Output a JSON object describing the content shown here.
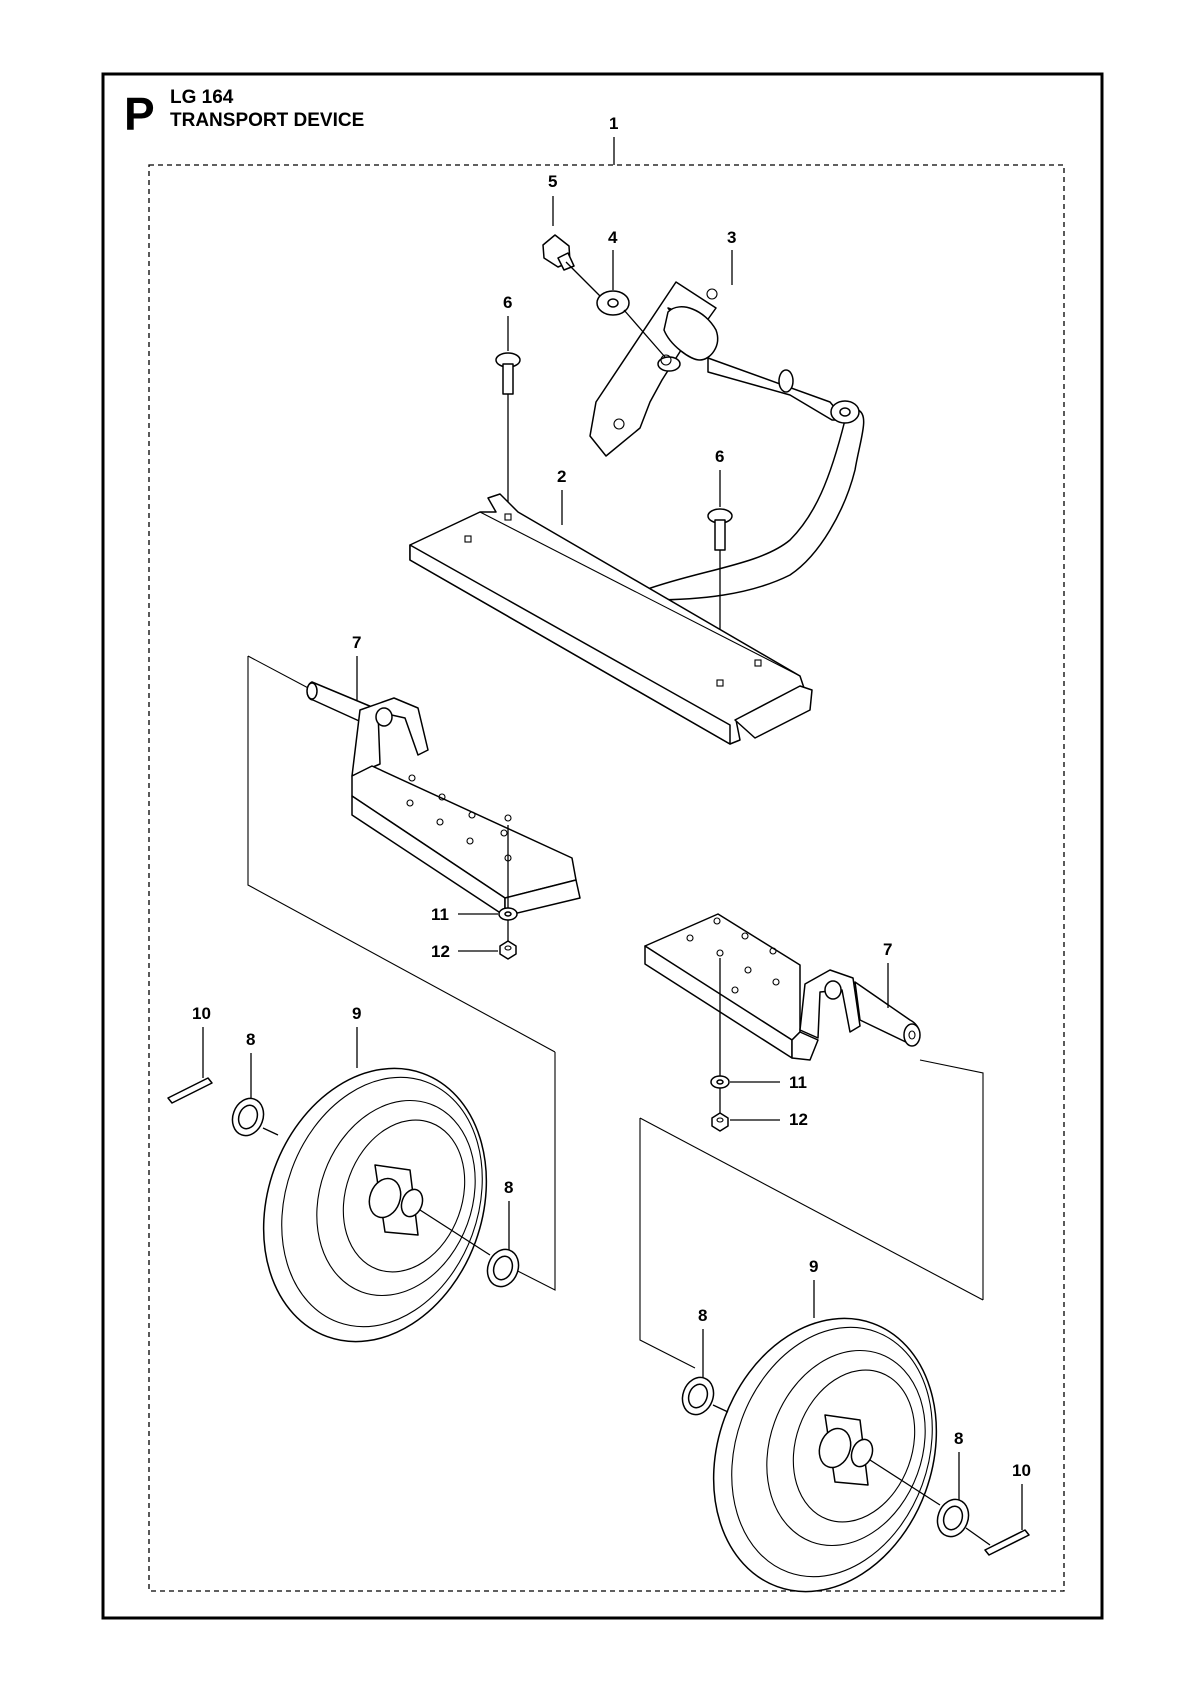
{
  "header": {
    "section_letter": "P",
    "model": "LG 164",
    "title": "TRANSPORT DEVICE"
  },
  "callouts": {
    "assembly": "1",
    "axle_frame": "2",
    "handle": "3",
    "washer_top": "4",
    "screw_top": "5",
    "carriage_bolt_left": "6",
    "carriage_bolt_right": "6",
    "axle_bracket_left": "7",
    "axle_bracket_right": "7",
    "washer_left_outer": "8",
    "washer_left_inner": "8",
    "washer_right_inner": "8",
    "washer_right_outer": "8",
    "wheel_left": "9",
    "wheel_right": "9",
    "cotter_pin_left": "10",
    "cotter_pin_right": "10",
    "washer_nut_left": "11",
    "washer_nut_right": "11",
    "nut_left": "12",
    "nut_right": "12"
  }
}
